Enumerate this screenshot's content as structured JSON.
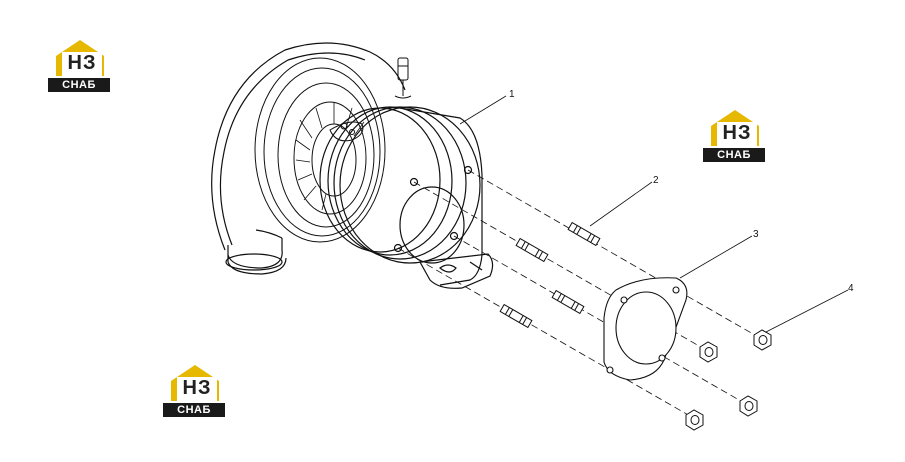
{
  "logo": {
    "letters": "НЗ",
    "bar_text": "СНАБ",
    "accent_color": "#e6b800",
    "dark_color": "#1a1a1a"
  },
  "callouts": [
    {
      "label": "1"
    },
    {
      "label": "2"
    },
    {
      "label": "3"
    },
    {
      "label": "4"
    }
  ]
}
